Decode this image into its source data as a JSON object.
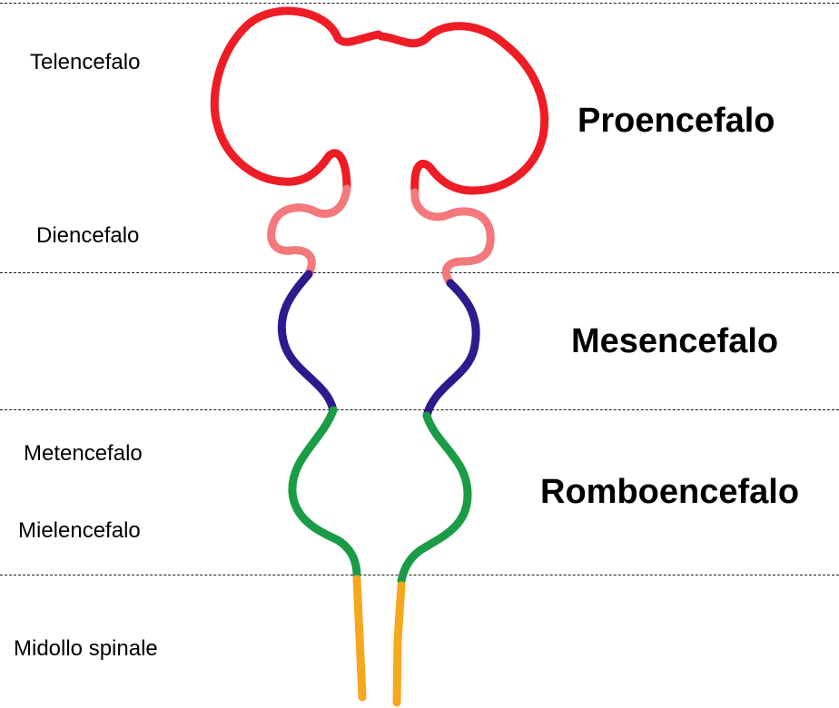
{
  "diagram": {
    "subregions": {
      "telencephalon": "Telencefalo",
      "diencephalon": "Diencefalo",
      "metencephalon": "Metencefalo",
      "myelencephalon": "Mielencefalo",
      "spinal_cord": "Midollo spinale"
    },
    "regions": {
      "prosencephalon": "Proencefalo",
      "mesencephalon": "Mesencefalo",
      "rhombencephalon": "Romboencefalo"
    },
    "colors": {
      "telencephalon": "#ee1c24",
      "diencephalon": "#f3797c",
      "mesencephalon": "#2e1a8c",
      "rhombencephalon": "#1a9c46",
      "spinal_cord": "#f5a81e",
      "divider": "#1a1a1a"
    }
  }
}
